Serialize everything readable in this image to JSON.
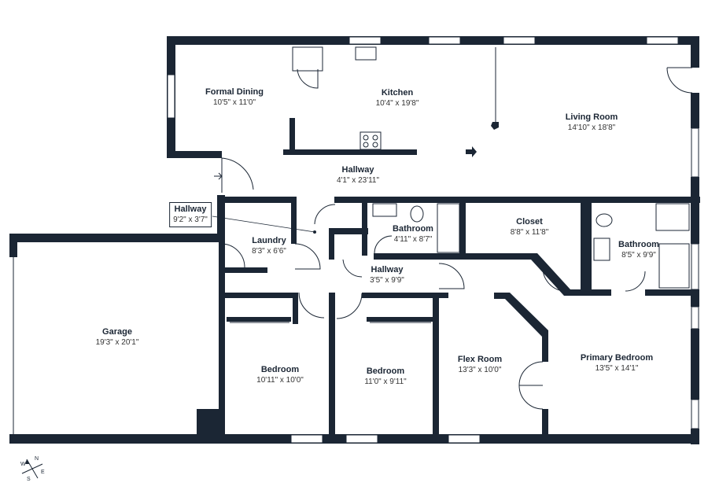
{
  "rooms": [
    {
      "id": "formal-dining",
      "name": "Formal Dining",
      "dims": "10'5\" x 11'0\""
    },
    {
      "id": "kitchen",
      "name": "Kitchen",
      "dims": "10'4\" x 19'8\""
    },
    {
      "id": "living-room",
      "name": "Living Room",
      "dims": "14'10\" x 18'8\""
    },
    {
      "id": "hallway-main",
      "name": "Hallway",
      "dims": "4'1\" x 23'11\""
    },
    {
      "id": "hallway-small",
      "name": "Hallway",
      "dims": "9'2\" x 3'7\""
    },
    {
      "id": "laundry",
      "name": "Laundry",
      "dims": "8'3\" x 6'6\""
    },
    {
      "id": "bathroom-hall",
      "name": "Bathroom",
      "dims": "4'11\" x 8'7\""
    },
    {
      "id": "closet",
      "name": "Closet",
      "dims": "8'8\" x 11'8\""
    },
    {
      "id": "bathroom-primary",
      "name": "Bathroom",
      "dims": "8'5\" x 9'9\""
    },
    {
      "id": "hallway-inner",
      "name": "Hallway",
      "dims": "3'5\" x 9'9\""
    },
    {
      "id": "garage",
      "name": "Garage",
      "dims": "19'3\" x 20'1\""
    },
    {
      "id": "bedroom-1",
      "name": "Bedroom",
      "dims": "10'11\" x 10'0\""
    },
    {
      "id": "bedroom-2",
      "name": "Bedroom",
      "dims": "11'0\" x 9'11\""
    },
    {
      "id": "flex-room",
      "name": "Flex Room",
      "dims": "13'3\" x 10'0\""
    },
    {
      "id": "primary-bedroom",
      "name": "Primary Bedroom",
      "dims": "13'5\" x 14'1\""
    }
  ],
  "compass": {
    "n": "N",
    "e": "E",
    "s": "S",
    "w": "W"
  },
  "colors": {
    "wall": "#1b2634",
    "window": "#ffffff",
    "background": "#ffffff"
  }
}
